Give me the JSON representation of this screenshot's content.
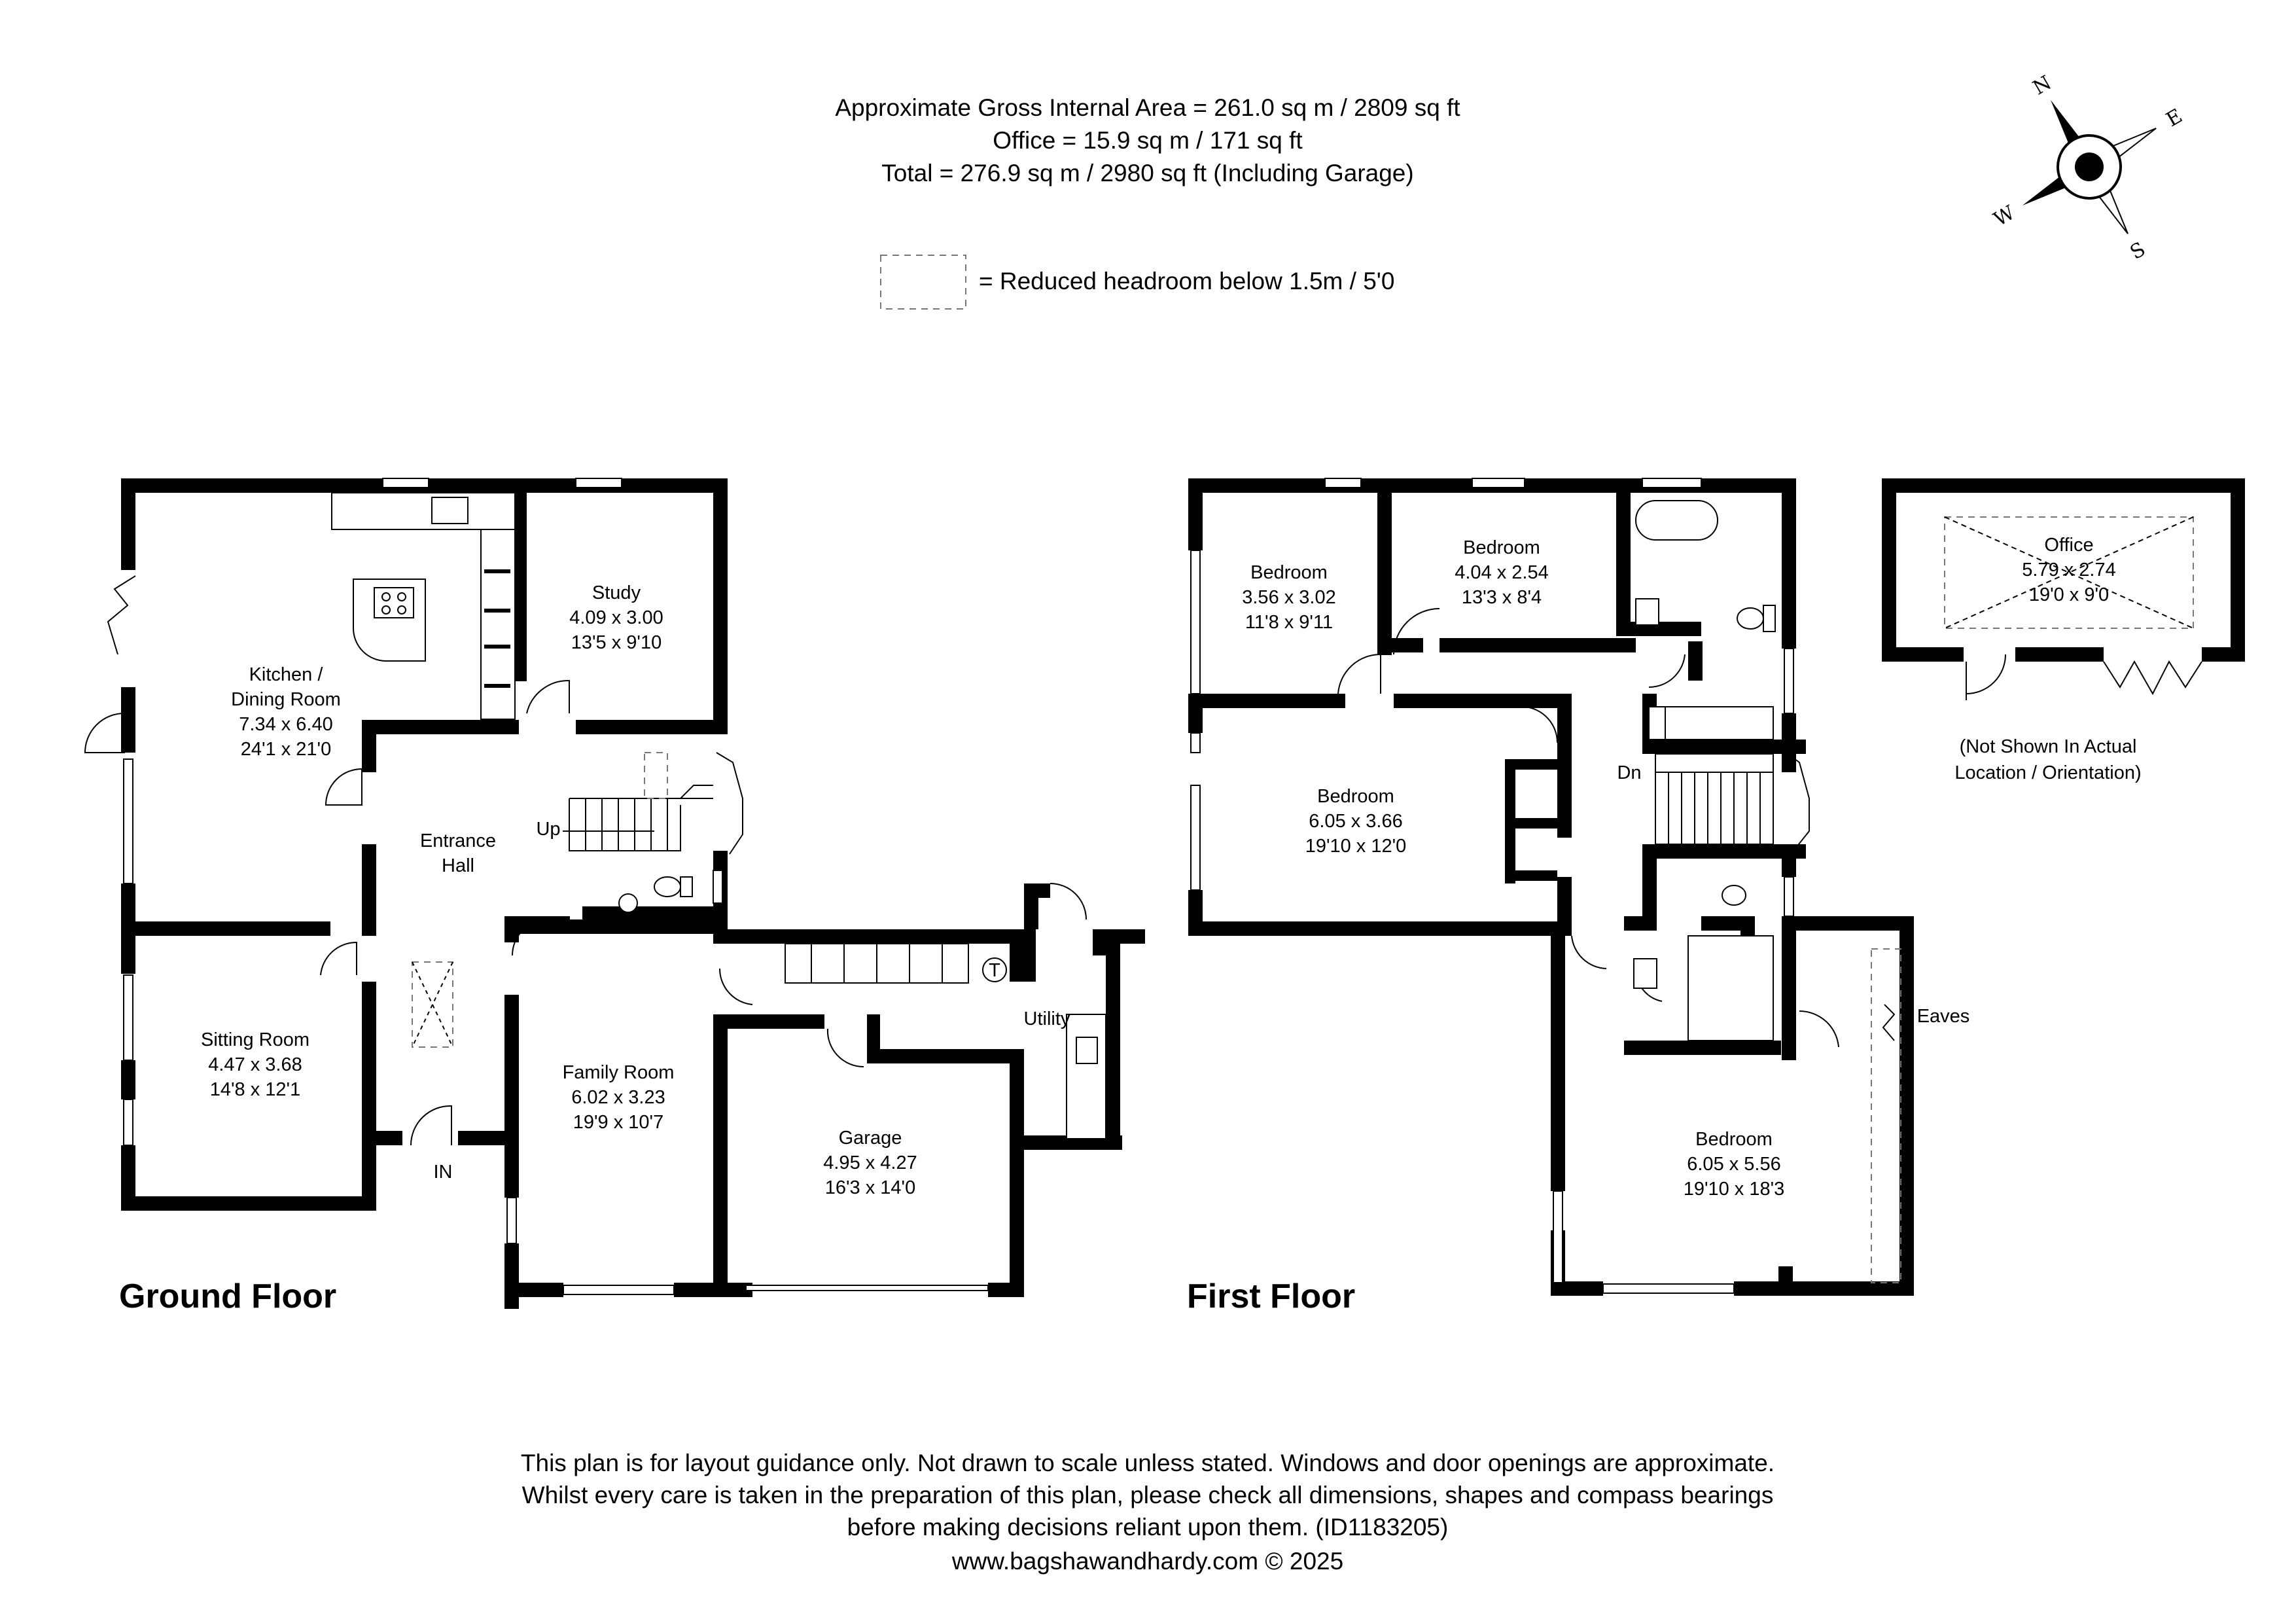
{
  "header": {
    "gross_area": "Approximate Gross Internal Area = 261.0 sq m / 2809 sq ft",
    "office_area": "Office = 15.9 sq m / 171 sq ft",
    "total_area": "Total = 276.9 sq m / 2980 sq ft (Including Garage)"
  },
  "legend": {
    "reduced_headroom": "= Reduced headroom below 1.5m / 5'0"
  },
  "compass": {
    "n": "N",
    "e": "E",
    "s": "S",
    "w": "W"
  },
  "ground_floor": {
    "title": "Ground Floor",
    "kitchen": {
      "name1": "Kitchen /",
      "name2": "Dining Room",
      "metric": "7.34 x 6.40",
      "imperial": "24'1 x 21'0"
    },
    "study": {
      "name": "Study",
      "metric": "4.09 x 3.00",
      "imperial": "13'5 x 9'10"
    },
    "entrance": {
      "name1": "Entrance",
      "name2": "Hall"
    },
    "sitting": {
      "name": "Sitting Room",
      "metric": "4.47 x 3.68",
      "imperial": "14'8 x 12'1"
    },
    "family": {
      "name": "Family Room",
      "metric": "6.02 x 3.23",
      "imperial": "19'9 x 10'7"
    },
    "garage": {
      "name": "Garage",
      "metric": "4.95 x 4.27",
      "imperial": "16'3 x 14'0"
    },
    "utility": "Utility",
    "up": "Up",
    "in": "IN",
    "tank": "T"
  },
  "first_floor": {
    "title": "First Floor",
    "bed1": {
      "name": "Bedroom",
      "metric": "3.56 x 3.02",
      "imperial": "11'8 x 9'11"
    },
    "bed2": {
      "name": "Bedroom",
      "metric": "4.04 x 2.54",
      "imperial": "13'3 x 8'4"
    },
    "bed3": {
      "name": "Bedroom",
      "metric": "6.05 x 3.66",
      "imperial": "19'10 x 12'0"
    },
    "bed4": {
      "name": "Bedroom",
      "metric": "6.05 x 5.56",
      "imperial": "19'10 x 18'3"
    },
    "dn": "Dn",
    "eaves": "Eaves"
  },
  "office": {
    "name": "Office",
    "metric": "5.79 x 2.74",
    "imperial": "19'0 x 9'0",
    "note1": "(Not Shown In Actual",
    "note2": "Location / Orientation)"
  },
  "disclaimer": {
    "line1": "This plan is for layout guidance only. Not drawn to scale unless stated. Windows and door openings are approximate.",
    "line2": "Whilst every care is taken in the preparation of this plan, please check all dimensions, shapes and compass bearings",
    "line3": "before making decisions reliant upon them. (ID1183205)",
    "website": "www.bagshawandhardy.com © 2025"
  }
}
